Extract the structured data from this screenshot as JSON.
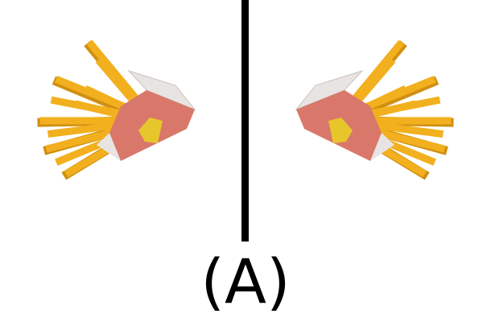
{
  "caption": "(A)",
  "colors": {
    "fry": "#F2B01E",
    "fry_dark": "#D08F10",
    "box_front": "#D9786A",
    "box_side": "#E8E4E2",
    "emblem": "#E7C62C",
    "divider": "#000000"
  },
  "objects": [
    {
      "name": "fries-box",
      "orientation": "facing-right"
    },
    {
      "name": "fries-box",
      "orientation": "facing-left"
    }
  ]
}
